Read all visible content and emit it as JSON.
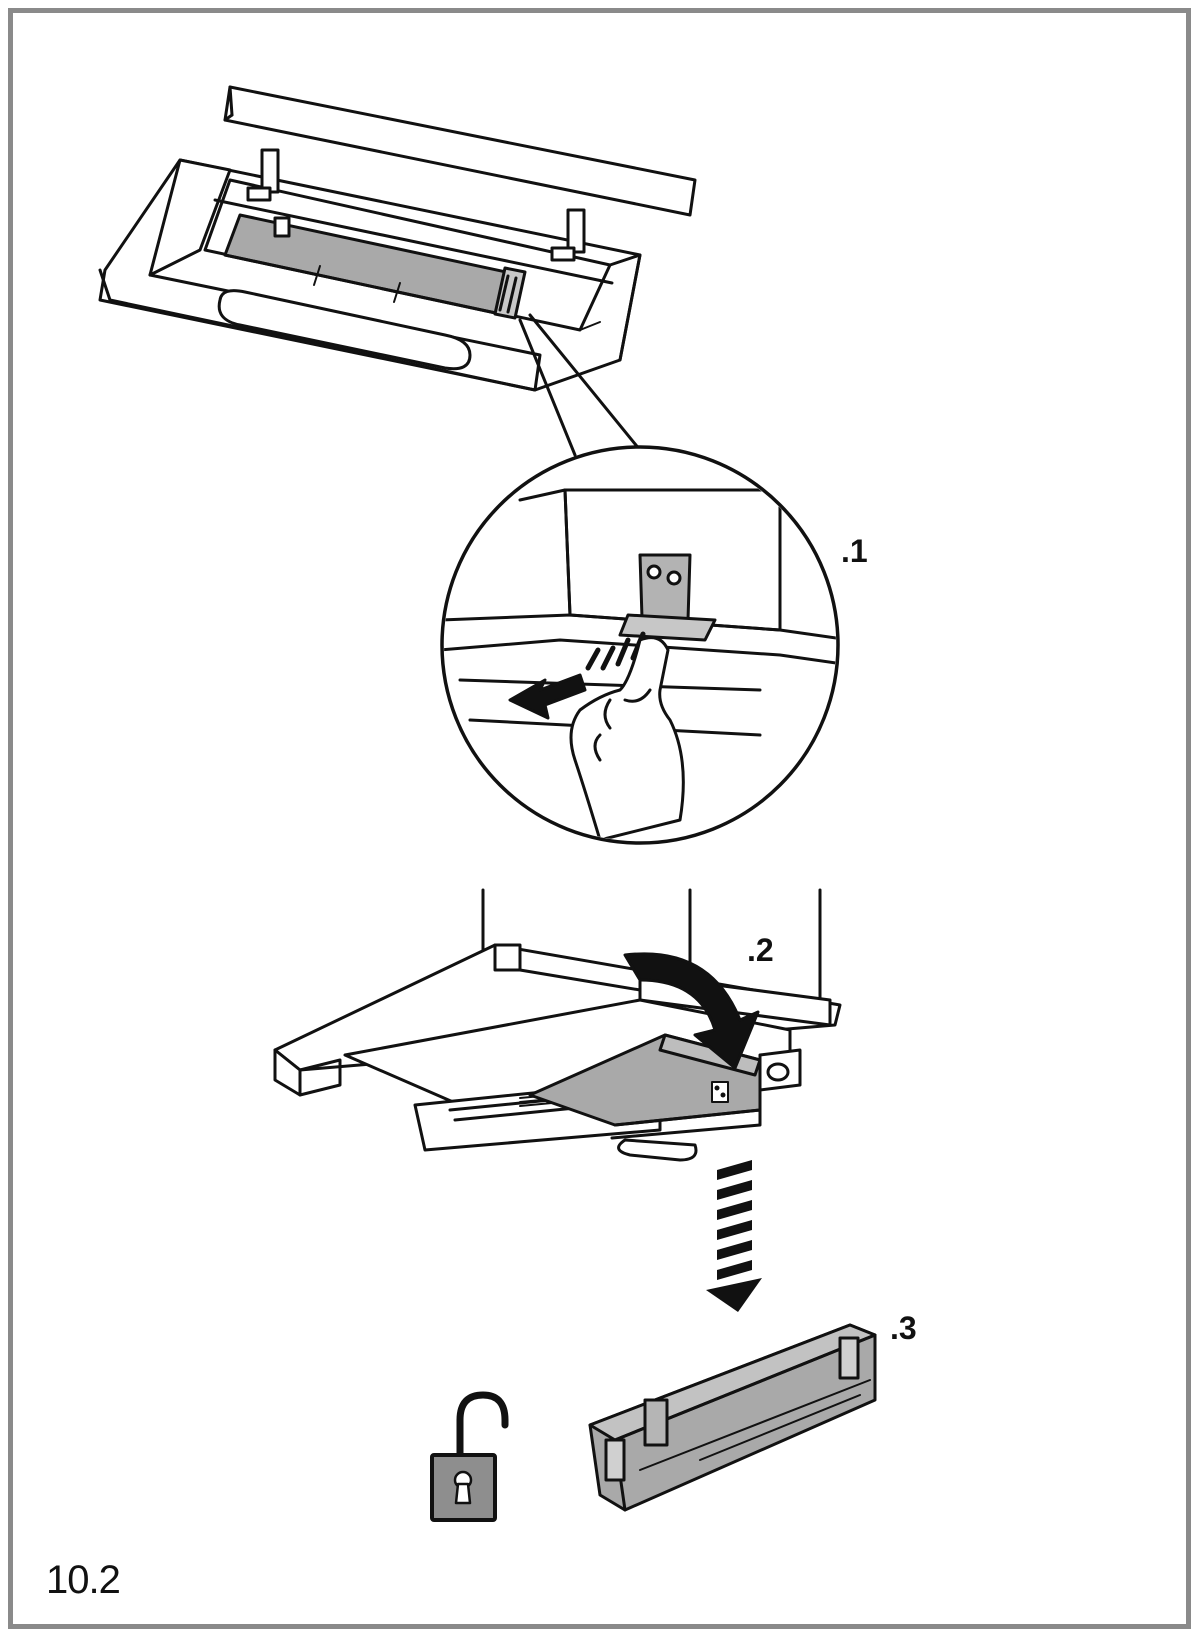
{
  "figure": {
    "number": "10.2",
    "steps": [
      {
        "label": ".1"
      },
      {
        "label": ".2"
      },
      {
        "label": ".3"
      }
    ]
  },
  "icons": {
    "unlock": "unlocked-padlock-icon",
    "pull_arrow": "arrow-left-icon",
    "rotate_arrow": "curved-arrow-down-icon",
    "drop_arrow": "arrow-down-icon"
  },
  "colors": {
    "line": "#111111",
    "filter_gray": "#a9a9a9",
    "frame_gray": "#8a8a8a",
    "lock_fill": "#8e8e8e"
  }
}
